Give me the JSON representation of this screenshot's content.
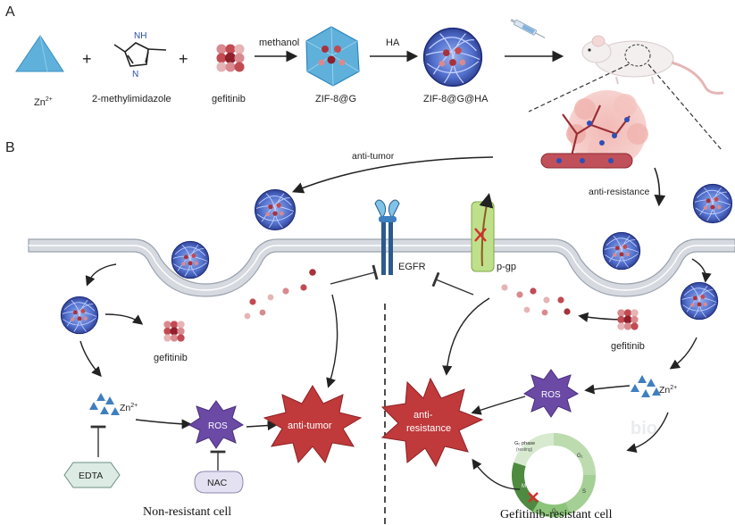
{
  "panel_a": {
    "letter": "A",
    "zn": "Zn",
    "zn_charge": "2+",
    "methylimidazole": "2-methylimidazole",
    "gefitinib": "gefitinib",
    "methanol": "methanol",
    "zif8g": "ZIF-8@G",
    "ha": "HA",
    "zif8gha": "ZIF-8@G@HA",
    "plus": "+",
    "nh": "NH",
    "n": "N"
  },
  "panel_b": {
    "letter": "B",
    "anti_tumor_arrow": "anti-tumor",
    "anti_resistance_arrow": "anti-resistance",
    "egfr": "EGFR",
    "pgp": "p-gp",
    "gefitinib_left": "gefitinib",
    "gefitinib_right": "gefitinib",
    "zn_left": "Zn",
    "zn_left_charge": "2+",
    "zn_right": "Zn",
    "zn_right_charge": "2+",
    "ros_left": "ROS",
    "ros_right": "ROS",
    "anti_tumor_star": "anti-tumor",
    "anti_resistance_star_1": "anti-",
    "anti_resistance_star_2": "resistance",
    "edta": "EDTA",
    "nac": "NAC",
    "non_resistant": "Non-resistant cell",
    "gef_resistant": "Gefitinib-resistant cell",
    "cycle_g0": "G₀ phase",
    "cycle_resting": "(resting)",
    "cycle_g1": "G₁",
    "cycle_s": "S",
    "cycle_g2": "G₂",
    "cycle_m": "M",
    "watermark": "bio"
  },
  "colors": {
    "ros_purple": "#6b4aa6",
    "star_red": "#c0393b",
    "zn_blue": "#3f7fc0",
    "membrane": "#c9ced6",
    "nanoparticle": "#2f4fb8",
    "drug_dark": "#a8323c",
    "drug_light": "#e6b4b4"
  }
}
